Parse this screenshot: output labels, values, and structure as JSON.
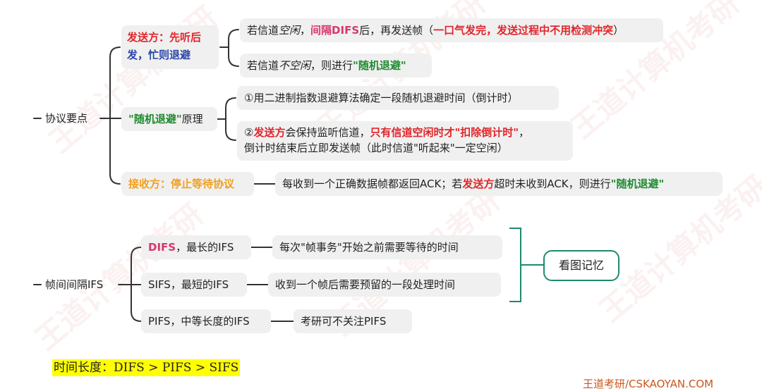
{
  "watermark": "王道计算机考研",
  "section1": {
    "root": "协议要点",
    "sender": {
      "label_line1": "发送方：先听后",
      "label_line2": "发，忙则退避"
    },
    "sender_rule1": {
      "p1": "若信道",
      "p2": "空闲",
      "p3": "，",
      "p4": "间隔DIFS",
      "p5": "后，再发送帧（",
      "p6": "一口气发完，发送过程中不用检测冲突",
      "p7": "）"
    },
    "sender_rule2": {
      "p1": "若信道",
      "p2": "不空闲",
      "p3": "，则进行",
      "p4": "\"随机退避\""
    },
    "backoff": {
      "label_a": "\"随机退避\"",
      "label_b": "原理"
    },
    "backoff_rule1": "①用二进制指数退避算法确定一段随机退避时间（倒计时）",
    "backoff_rule2": {
      "p1": "②",
      "p2": "发送方",
      "p3": "会保持监听信道，",
      "p4": "只有信道空闲时才\"扣除倒计时\"",
      "p5": "，",
      "line2": "倒计时结束后立即发送帧（此时信道\"听起来\"一定空闲）"
    },
    "receiver": {
      "label": "接收方：停止等待协议"
    },
    "receiver_rule": {
      "p1": "每收到一个正确数据帧都返回ACK；若",
      "p2": "发送方",
      "p3": "超时未收到ACK，则进行",
      "p4": "\"随机退避\""
    }
  },
  "section2": {
    "root": "帧间间隔IFS",
    "difs": {
      "name": "DIFS",
      "rest": "，最长的IFS",
      "desc": "每次\"帧事务\"开始之前需要等待的时间"
    },
    "sifs": {
      "label": "SIFS，最短的IFS",
      "desc": "收到一个帧后需要预留的一段处理时间"
    },
    "pifs": {
      "label": "PIFS，中等长度的IFS",
      "desc": "考研可不关注PIFS"
    },
    "memo": "看图记忆"
  },
  "bottom_note": "时间长度：DIFS > PIFS > SIFS",
  "footer": "王道考研/CSKAOYAN.COM",
  "colors": {
    "red": "#e0262b",
    "pink": "#d6386e",
    "green": "#1f8a2f",
    "orange": "#f0a020",
    "blue": "#2b46a8",
    "teal": "#1e8a6e"
  }
}
